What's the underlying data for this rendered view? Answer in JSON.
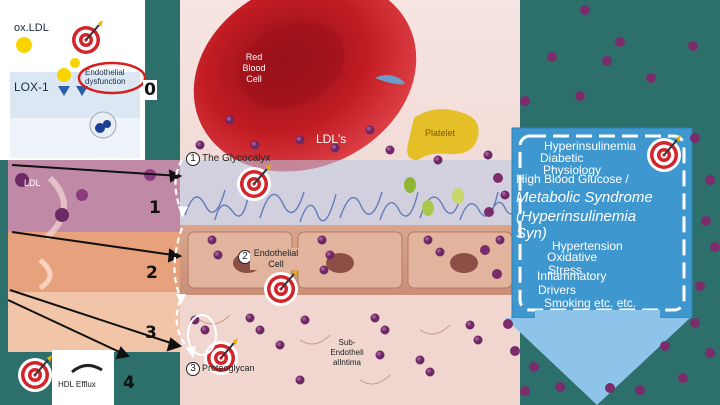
{
  "colors": {
    "background": "#2c6f6b",
    "blood_vessel": "#f3ded8",
    "red_cell": "#b8121b",
    "info_box": "#3f97d0",
    "arrow_down": "#8fc4ea",
    "particle": "#7a2c6b"
  },
  "inset": {
    "ox_ldl": "ox.LDL",
    "lox1": "LOX-1",
    "endothelial_dysfunction": "Endothelial dysfunction"
  },
  "labels": {
    "red_blood_cell": "Red Blood Cell",
    "platelet": "Platelet",
    "ldls": "LDL's",
    "glycocalyx": "The Glycocalyx",
    "endothelial_cell": "Endothelial Cell",
    "proteoglycan": "Proteoglycan",
    "sub_endothelium": "Sub-Endotheli alIntima",
    "ldl_tag": "LDL",
    "hdl_efflux": "HDL Efflux"
  },
  "numbers": {
    "n0": "0",
    "n1": "1",
    "n2": "2",
    "n3": "3",
    "n4": "4",
    "c1": "1",
    "c2": "2",
    "c3": "3"
  },
  "drivers": {
    "l1": "Hyperinsulinemia",
    "l2": "Diabetic",
    "l3": "Physiology",
    "l4": "High Blood Glucose /",
    "l5": "Metabolic Syndrome",
    "l6": "(Hyperinsulinemia",
    "l7": "Syn)",
    "l8": "Hypertension",
    "l9": "Oxidative",
    "l10": "Stress",
    "l11": "Inflammatory",
    "l12": "Drivers",
    "l13": "Smoking etc. etc."
  },
  "icons": [
    "target-icon",
    "arrow-icon",
    "ldl-particle-icon",
    "red-blood-cell-icon",
    "platelet-icon"
  ]
}
